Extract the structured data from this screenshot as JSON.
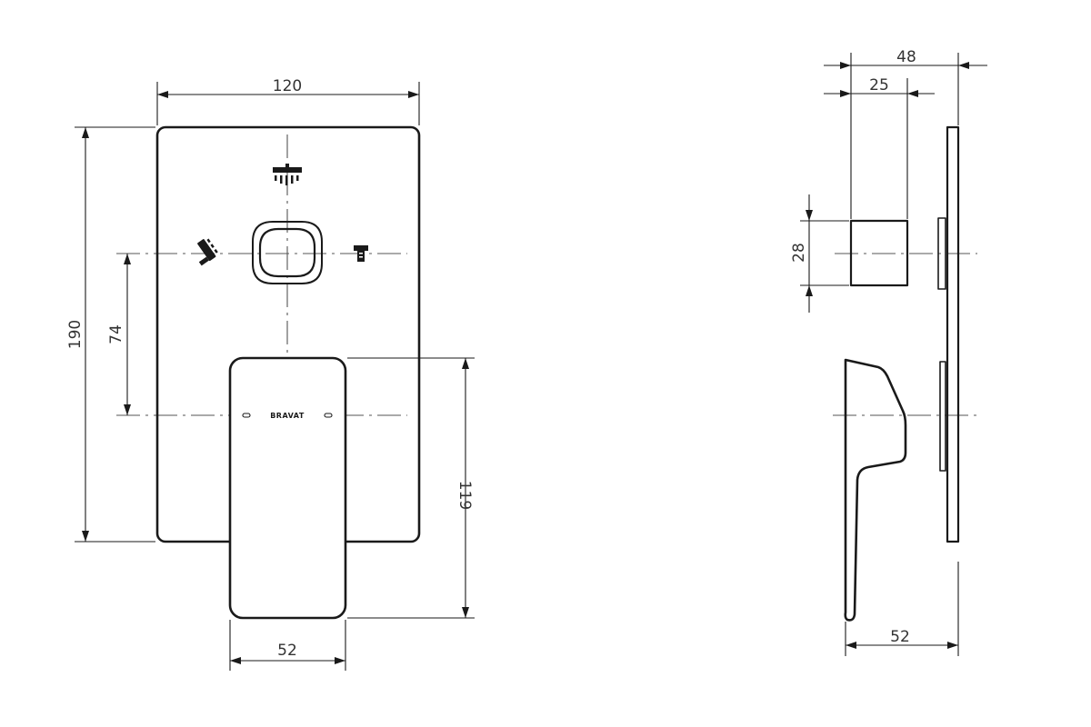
{
  "dimensions": {
    "plate_width": "120",
    "plate_height": "190",
    "handle_offset": "74",
    "handle_height": "119",
    "handle_width": "52",
    "side_depth": "48",
    "side_spout": "25",
    "side_knob_height": "28",
    "side_base": "52"
  },
  "brand": "BRAVAT",
  "icons": [
    "overhead-shower-icon",
    "hand-shower-icon",
    "spout-icon"
  ]
}
